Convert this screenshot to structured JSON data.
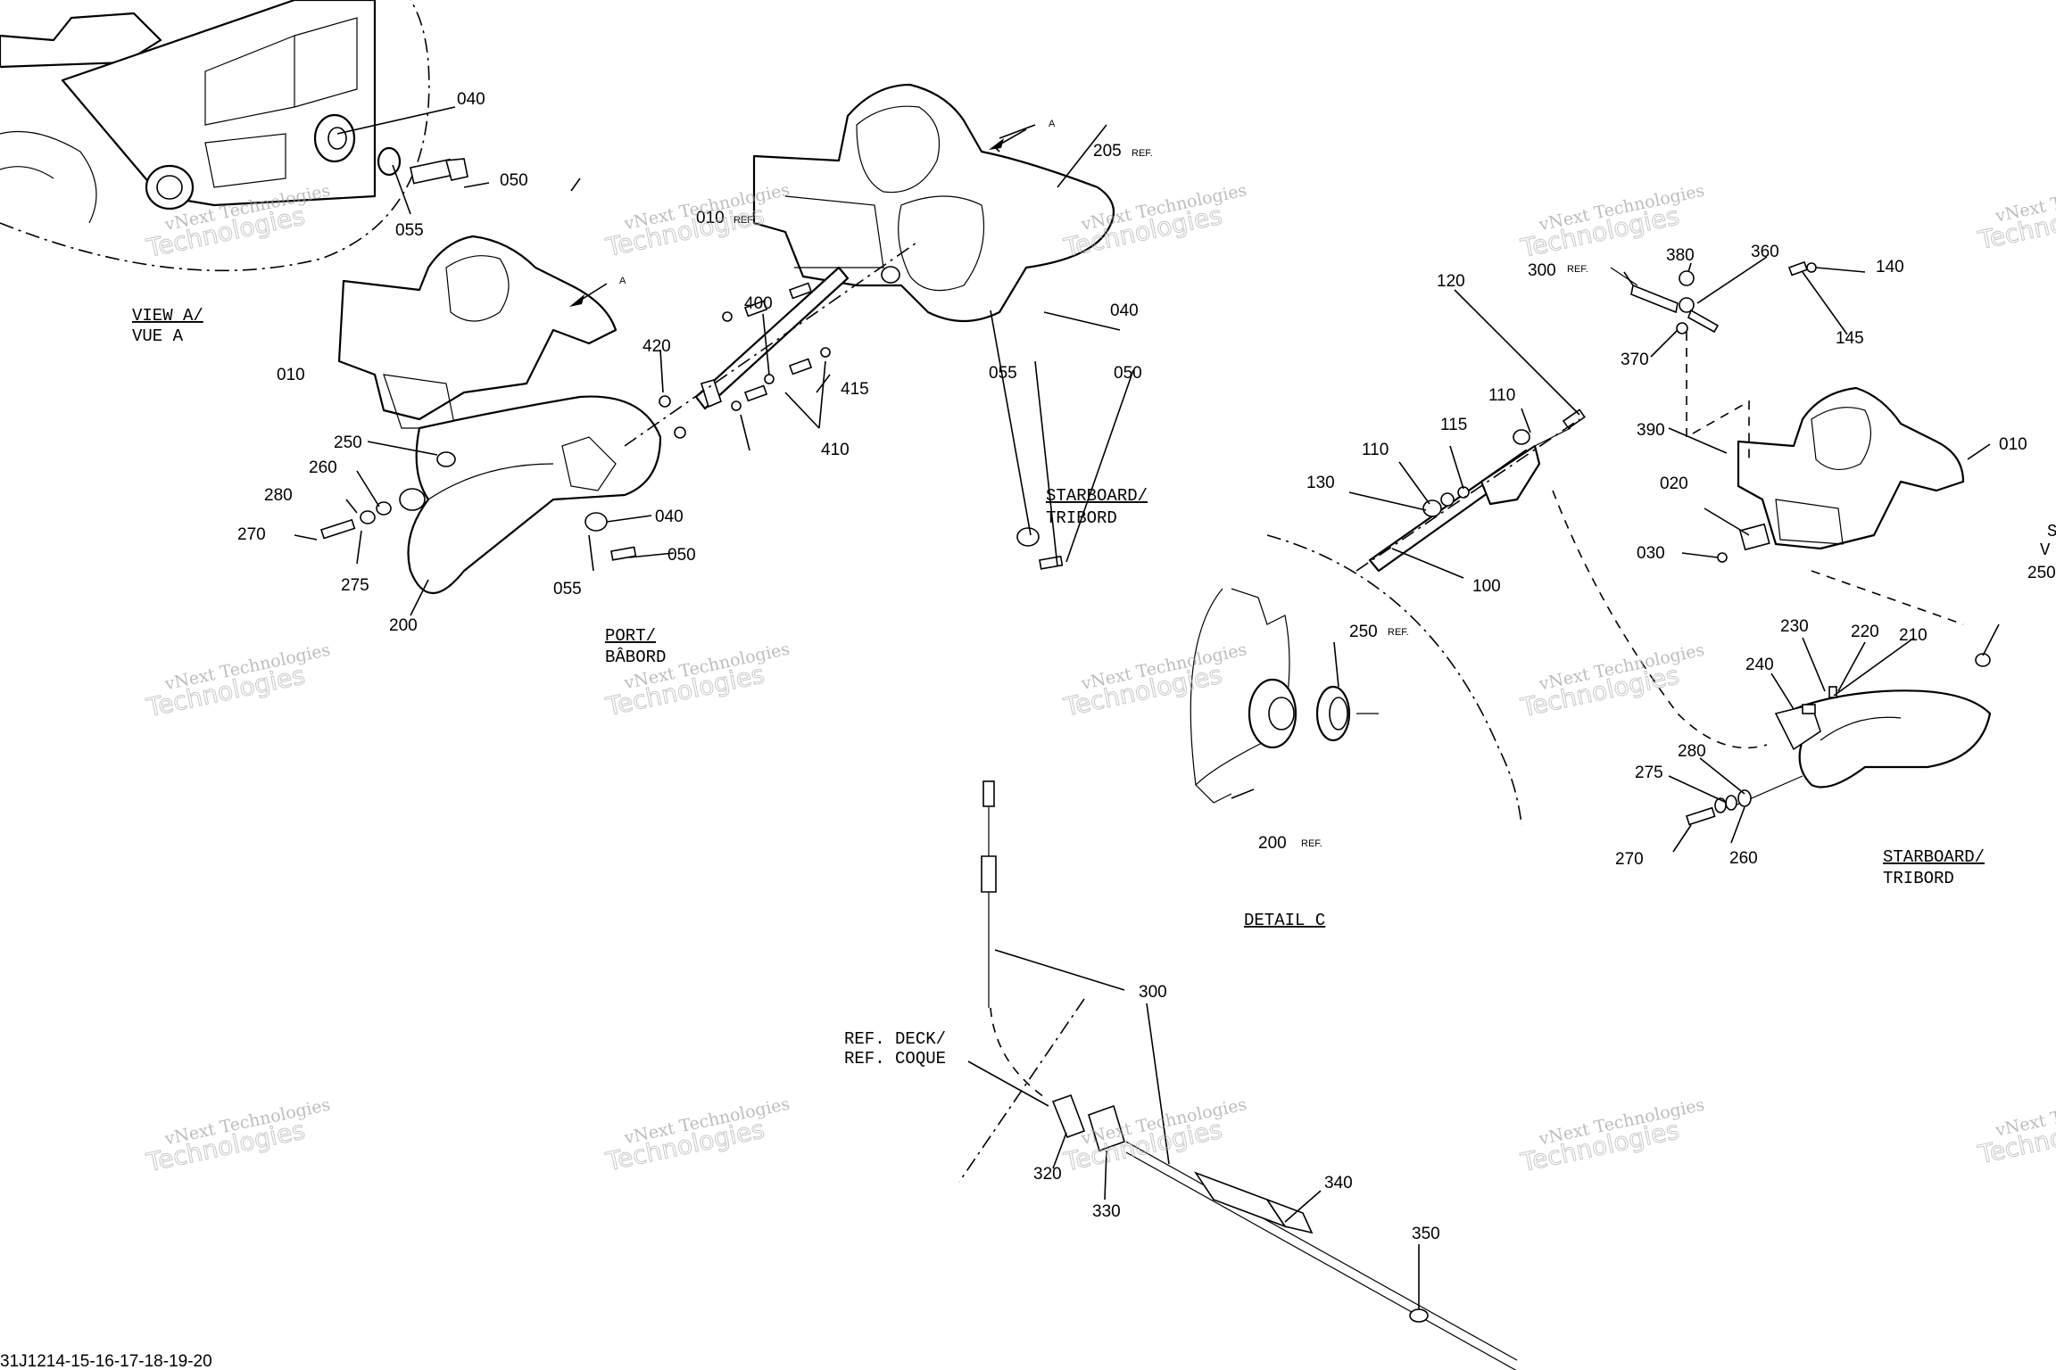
{
  "diagram": {
    "part_labels": [
      "040",
      "050",
      "055",
      "010",
      "420",
      "400",
      "415",
      "410",
      "250",
      "260",
      "280",
      "270",
      "275",
      "200",
      "055",
      "050",
      "040",
      "205",
      "040",
      "055",
      "050",
      "120",
      "110",
      "115",
      "110",
      "130",
      "100",
      "300",
      "380",
      "360",
      "140",
      "145",
      "370",
      "390",
      "010",
      "020",
      "030",
      "250",
      "230",
      "220",
      "210",
      "240",
      "280",
      "275",
      "270",
      "260",
      "300",
      "320",
      "330",
      "340",
      "350"
    ],
    "ref_suffix": "REF.",
    "view_a": [
      "VIEW A/",
      "VUE A"
    ],
    "port": [
      "PORT/",
      "BÂBORD"
    ],
    "starboard": [
      "STARBOARD/",
      "TRIBORD"
    ],
    "starboard2": [
      "STARBOARD/",
      "TRIBORD"
    ],
    "detail_c": "DETAIL C",
    "ref_deck": [
      "REF. DECK/",
      "REF. COQUE"
    ],
    "arrow_letter": "A",
    "edge_partial": [
      "S",
      "V"
    ],
    "edge_label_250": "250",
    "footer_code": "31J1214-15-16-17-18-19-20",
    "watermark": [
      "vNext Technologies",
      "Technologies",
      "vNext"
    ]
  }
}
